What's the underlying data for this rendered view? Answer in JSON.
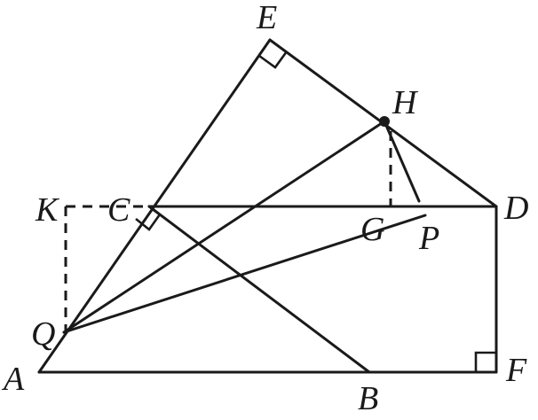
{
  "labels": {
    "A": "A",
    "B": "B",
    "C": "C",
    "D": "D",
    "E": "E",
    "F": "F",
    "G": "G",
    "H": "H",
    "K": "K",
    "P": "P",
    "Q": "Q"
  }
}
